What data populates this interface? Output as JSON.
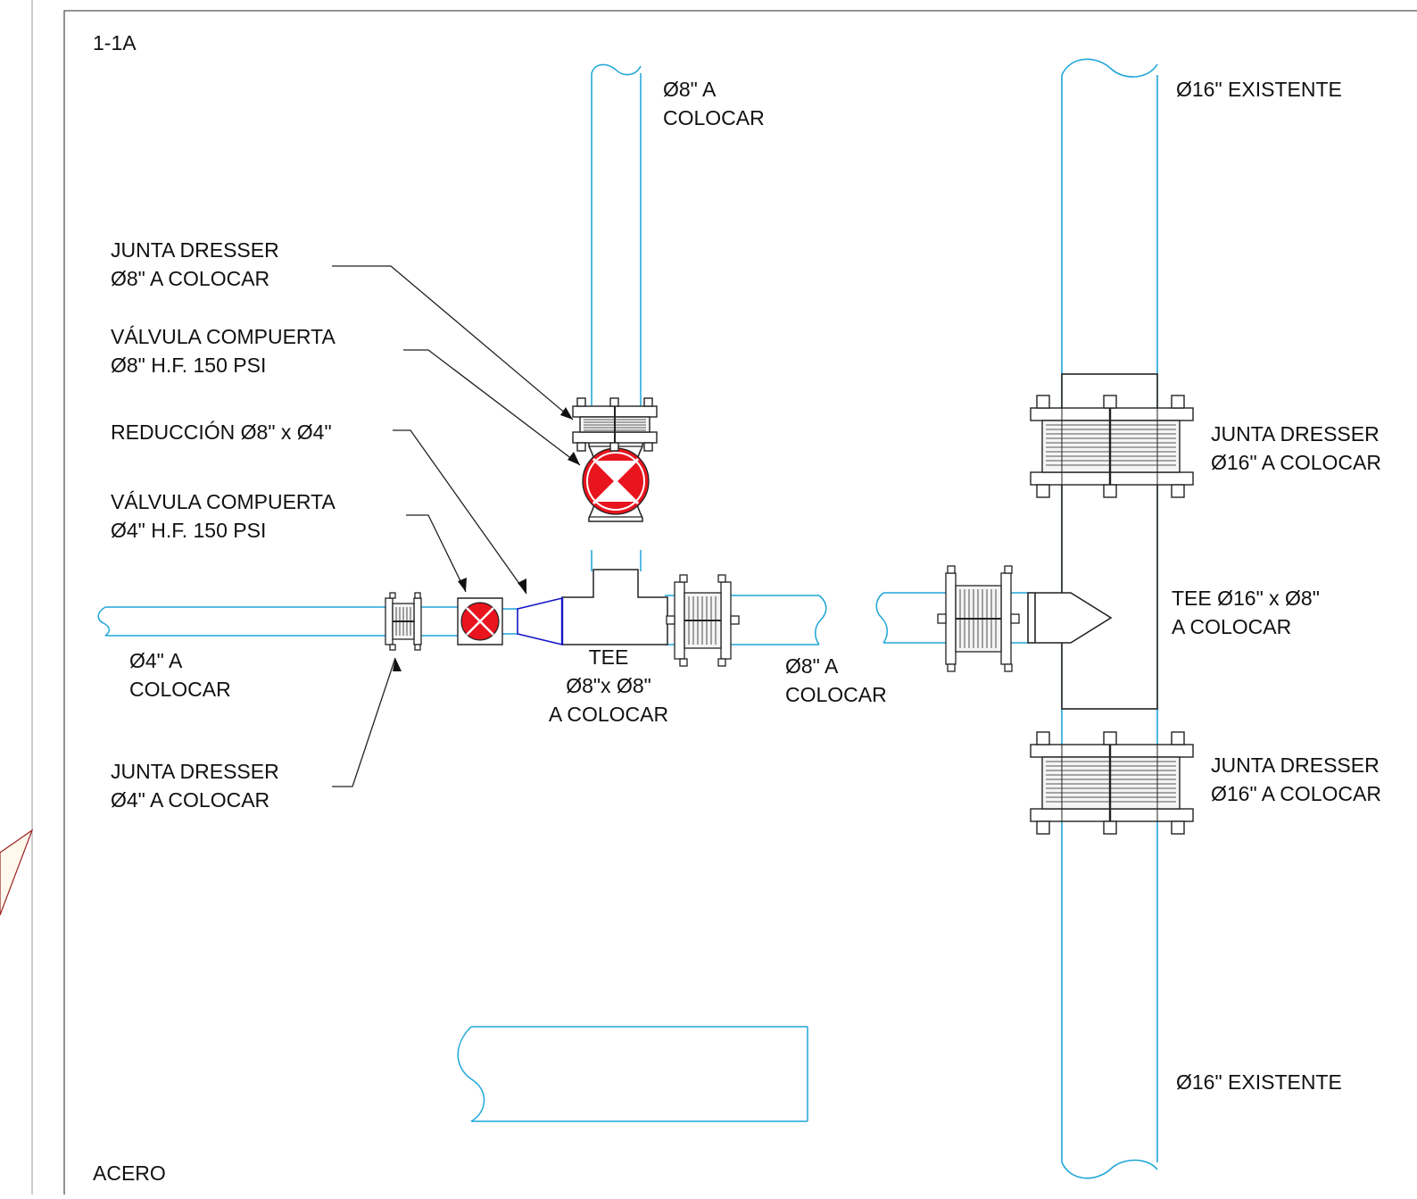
{
  "sheet": {
    "view_id": "1-1A",
    "material_note": "ACERO"
  },
  "labels": {
    "pipe8_top": [
      "Ø8\" A",
      "COLOCAR"
    ],
    "pipe16_top": "Ø16\" EXISTENTE",
    "pipe16_bottom": "Ø16\" EXISTENTE",
    "dresser8": [
      "JUNTA DRESSER",
      "Ø8\" A COLOCAR"
    ],
    "valve8": [
      "VÁLVULA COMPUERTA",
      "Ø8\" H.F. 150 PSI"
    ],
    "reducer": "REDUCCIÓN Ø8\" x Ø4\"",
    "valve4": [
      "VÁLVULA COMPUERTA",
      "Ø4\" H.F. 150 PSI"
    ],
    "pipe4": [
      "Ø4\" A",
      "COLOCAR"
    ],
    "tee8": [
      "TEE",
      "Ø8\"x Ø8\"",
      "A COLOCAR"
    ],
    "pipe8_right": [
      "Ø8\" A",
      "COLOCAR"
    ],
    "dresser4": [
      "JUNTA DRESSER",
      "Ø4\" A COLOCAR"
    ],
    "dresser16_top": [
      "JUNTA DRESSER",
      "Ø16\" A COLOCAR"
    ],
    "tee16": [
      "TEE Ø16\" x Ø8\"",
      "A COLOCAR"
    ],
    "dresser16_bottom": [
      "JUNTA DRESSER",
      "Ø16\" A COLOCAR"
    ]
  },
  "colors": {
    "pipe": "#1fa6d8",
    "valve": "#e8141e",
    "reducer": "#1414c8",
    "line": "#222222",
    "frame": "#555555",
    "left_wedge": "#9c2222"
  }
}
